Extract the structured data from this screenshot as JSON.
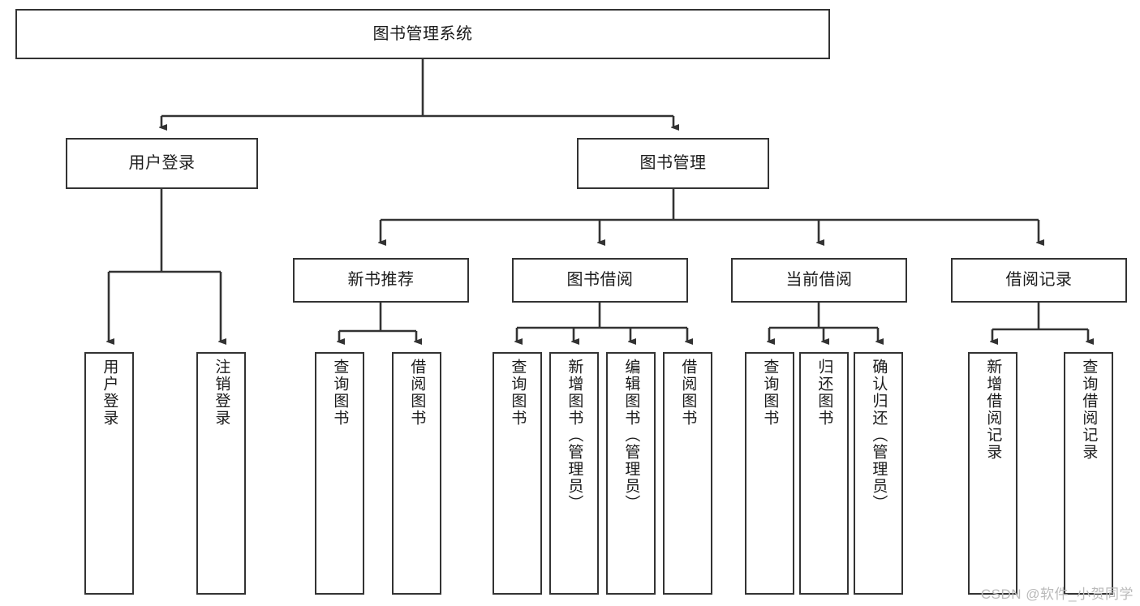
{
  "diagram": {
    "type": "tree",
    "title": "图书管理系统",
    "orientation": "top-down",
    "root": {
      "id": "root",
      "label": "图书管理系统"
    },
    "level1": [
      {
        "id": "user-login",
        "label": "用户登录"
      },
      {
        "id": "book-manage",
        "label": "图书管理"
      }
    ],
    "level2": [
      {
        "id": "new-book-rec",
        "label": "新书推荐",
        "parent": "book-manage"
      },
      {
        "id": "book-borrow",
        "label": "图书借阅",
        "parent": "book-manage"
      },
      {
        "id": "current-borrow",
        "label": "当前借阅",
        "parent": "book-manage"
      },
      {
        "id": "borrow-record",
        "label": "借阅记录",
        "parent": "book-manage"
      }
    ],
    "leaves": [
      {
        "id": "leaf-user-login",
        "label": "用户登录",
        "parent": "user-login"
      },
      {
        "id": "leaf-logout",
        "label": "注销登录",
        "parent": "user-login"
      },
      {
        "id": "leaf-query-book-1",
        "label": "查询图书",
        "parent": "new-book-rec"
      },
      {
        "id": "leaf-borrow-book-1",
        "label": "借阅图书",
        "parent": "new-book-rec"
      },
      {
        "id": "leaf-query-book-2",
        "label": "查询图书",
        "parent": "book-borrow"
      },
      {
        "id": "leaf-add-book",
        "label": "新增图书（管理员）",
        "parent": "book-borrow"
      },
      {
        "id": "leaf-edit-book",
        "label": "编辑图书（管理员）",
        "parent": "book-borrow"
      },
      {
        "id": "leaf-borrow-book-2",
        "label": "借阅图书",
        "parent": "book-borrow"
      },
      {
        "id": "leaf-query-book-3",
        "label": "查询图书",
        "parent": "current-borrow"
      },
      {
        "id": "leaf-return-book",
        "label": "归还图书",
        "parent": "current-borrow"
      },
      {
        "id": "leaf-confirm-return",
        "label": "确认归还（管理员）",
        "parent": "current-borrow"
      },
      {
        "id": "leaf-add-record",
        "label": "新增借阅记录",
        "parent": "borrow-record"
      },
      {
        "id": "leaf-query-record",
        "label": "查询借阅记录",
        "parent": "borrow-record"
      }
    ],
    "colors": {
      "stroke": "#333333",
      "fill": "#ffffff",
      "text": "#1b1b1b",
      "watermark": "#b9b9b9"
    }
  },
  "watermark": {
    "text": "CSDN @软件_小贺同学"
  }
}
